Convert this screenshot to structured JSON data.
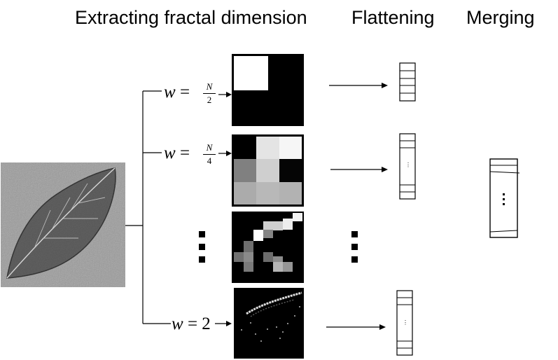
{
  "headers": {
    "extract": "Extracting fractal dimension",
    "flatten": "Flattening",
    "merge": "Merging"
  },
  "branches": [
    {
      "w_var": "w",
      "eq": "=",
      "num": "N",
      "den": "2"
    },
    {
      "w_var": "w",
      "eq": "=",
      "num": "N",
      "den": "4"
    },
    {
      "w_var": "w",
      "eq": "=",
      "value": "2"
    }
  ],
  "vector_ellipsis": "⋮",
  "colors": {
    "line": "#000000",
    "background": "#ffffff"
  }
}
